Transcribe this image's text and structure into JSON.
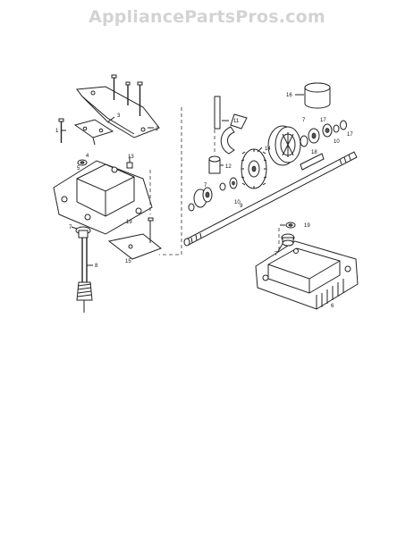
{
  "watermark": "AppliancePartsPros.com",
  "callouts": {
    "c1": "1",
    "c2": "2",
    "c3": "3",
    "c4": "4",
    "c5": "5",
    "c6": "6",
    "c7a": "7",
    "c7b": "7",
    "c7c": "7",
    "c7d": "7",
    "c8": "8",
    "c9": "9",
    "c10a": "10",
    "c10b": "10",
    "c11": "11",
    "c12": "12",
    "c13": "13",
    "c14": "14",
    "c15": "15",
    "c16": "16",
    "c17a": "17",
    "c17b": "17",
    "c18": "18",
    "c19a": "19",
    "c19b": "19"
  }
}
